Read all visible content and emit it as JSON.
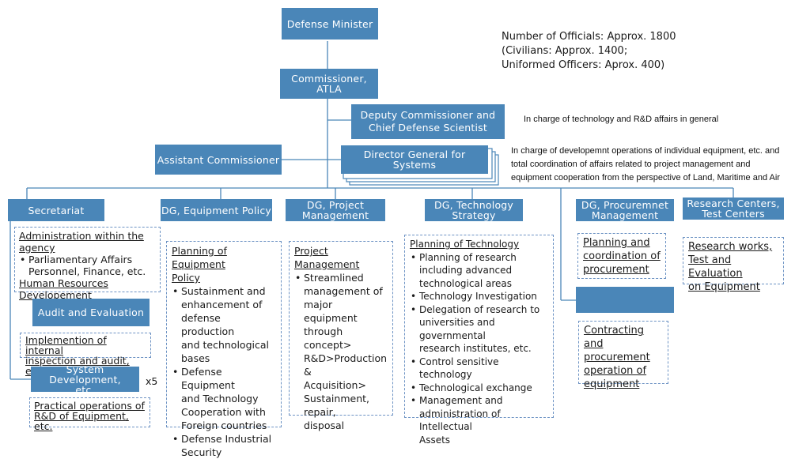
{
  "officials": [
    "Number of Officials: Approx. 1800",
    "(Civilians: Approx. 1400;",
    "Uniformed Officers: Aprox. 400)"
  ],
  "top": {
    "minister": "Defense Minister",
    "commissioner": "Commissioner, ATLA",
    "deputy": [
      "Deputy Commissioner and",
      "Chief Defense Scientist"
    ],
    "assistant": "Assistant  Commissioner",
    "dg_systems": "Director General for Systems"
  },
  "notes": {
    "deputy": "In charge of technology and R&D affairs in general",
    "dg_systems": [
      "In charge of developemnt operations of individual equipment, etc. and",
      "total coordination of affairs related to project management and",
      "equipment cooperation from the perspective of Land, Maritime and Air"
    ]
  },
  "departments": {
    "secretariat": "Secretariat",
    "equipment_policy": "DG, Equipment Policy",
    "project_management": [
      "DG, Project",
      "Management"
    ],
    "technology_strategy": [
      "DG, Technology",
      "Strategy"
    ],
    "procurement": [
      "DG, Procuremnet",
      "Management"
    ],
    "research_centers": [
      "Research Centers,",
      "Test Centers"
    ]
  },
  "secretariat": {
    "admin_title": [
      "Administration within the",
      "agency"
    ],
    "admin_items": [
      "Parliamentary Affairs",
      "Personnel, Finance, etc."
    ],
    "hr": "Human Resources Developement",
    "audit_box": "Audit and Evaluation",
    "audit_desc": [
      "Implemention of internal",
      "inspection and audit, etc."
    ],
    "sysdev_box": [
      "System Development,",
      "etc."
    ],
    "sysdev_mult": "x5",
    "sysdev_desc": [
      "Practical operations of",
      "R&D of Equipment, etc."
    ]
  },
  "equipment_policy": {
    "title": [
      "Planning of Equipment",
      "Policy"
    ],
    "items": [
      [
        "Sustainment and",
        "enhancement of",
        "defense production",
        "and technological",
        "bases"
      ],
      [
        "Defense Equipment",
        "and Technology",
        "Cooperation with",
        "Foreign countries"
      ],
      [
        "Defense Industrial",
        "Security"
      ]
    ]
  },
  "project_management": {
    "title": [
      "Project",
      "Management"
    ],
    "items": [
      [
        "Streamlined",
        "management of",
        "major equipment",
        "through concept>",
        "R&D>Production &",
        "Acquisition>",
        "Sustainment, repair,",
        "disposal"
      ]
    ]
  },
  "technology_strategy": {
    "title": "Planning of Technology",
    "items": [
      [
        "Planning of research",
        "including advanced",
        "technological areas"
      ],
      [
        "Technology Investigation"
      ],
      [
        "Delegation of research to",
        "universities and governmental",
        "research institutes, etc."
      ],
      [
        "Control sensitive technology"
      ],
      [
        "Technological exchange"
      ],
      [
        " Management and",
        "administration of Intellectual",
        "Assets"
      ]
    ]
  },
  "procurement": {
    "planning": [
      "Planning and",
      "coordination of",
      "procurement"
    ],
    "blank_box": "",
    "contracting": [
      "Contracting and",
      "procurement",
      "operation of",
      "equipment"
    ]
  },
  "research": {
    "desc": [
      "Research works,",
      "Test and Evaluation",
      "on Equipment"
    ]
  },
  "colors": {
    "box": "#4a86b8",
    "line": "#4a86b8",
    "dash": "#6d93c4"
  }
}
